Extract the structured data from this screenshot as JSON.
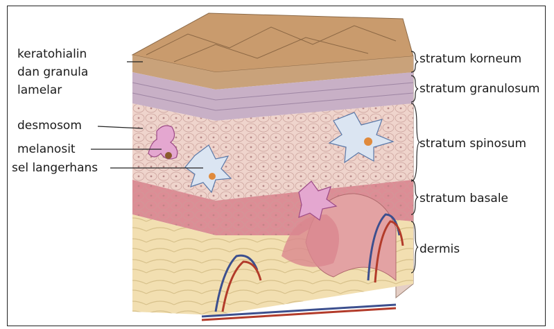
{
  "left_labels": {
    "keratohyalin_line1": "keratohialin",
    "keratohyalin_line2": "dan granula",
    "keratohyalin_line3": "lamelar",
    "desmosome": "desmosom",
    "melanocyte": "melanosit",
    "langerhans": "sel langerhans"
  },
  "right_labels": {
    "corneum": "stratum korneum",
    "granulosum": "stratum granulosum",
    "spinosum": "stratum spinosum",
    "basale": "stratum basale",
    "dermis": "dermis"
  },
  "colors": {
    "corneum_top": "#c89a6c",
    "granular": "#c9b3c9",
    "spinous": "#ecd0c8",
    "basal": "#d98890",
    "dermis": "#f1dfb0",
    "vessel_blue": "#3c4f8e",
    "vessel_red": "#b23b2a"
  }
}
